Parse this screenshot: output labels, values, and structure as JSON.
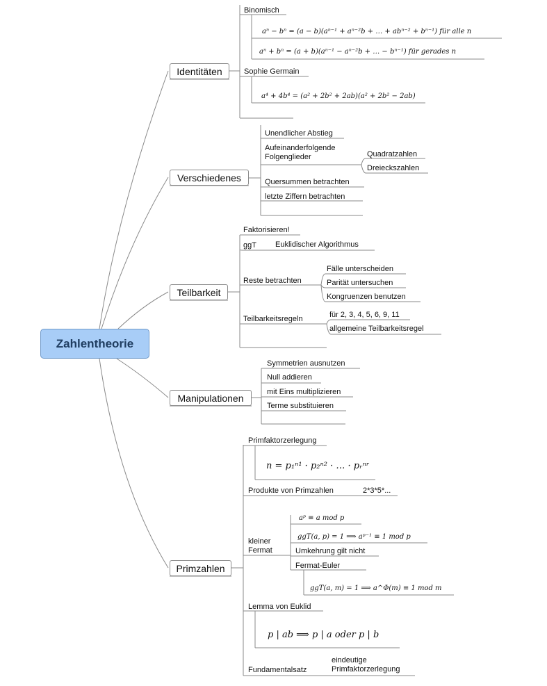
{
  "root": {
    "label": "Zahlentheorie",
    "fill": "#a8cdf7"
  },
  "line_color": "#8a8a8a",
  "branches": {
    "identitaeten": {
      "label": "Identitäten",
      "binomisch": {
        "label": "Binomisch",
        "f1": "aⁿ − bⁿ = (a − b)(aⁿ⁻¹ + aⁿ⁻²b + … + abⁿ⁻² + bⁿ⁻¹) für alle n",
        "f2": "aⁿ + bⁿ = (a + b)(aⁿ⁻¹ − aⁿ⁻²b + … − bⁿ⁻¹) für gerades n"
      },
      "germain": {
        "label": "Sophie Germain",
        "f1": "a⁴ + 4b⁴ = (a² + 2b² + 2ab)(a² + 2b² − 2ab)"
      }
    },
    "verschiedenes": {
      "label": "Verschiedenes",
      "abstieg": "Unendlicher Abstieg",
      "folgen": "Aufeinanderfolgende Folgenglieder",
      "quadrat": "Quadratzahlen",
      "dreieck": "Dreieckszahlen",
      "quersummen": "Quersummen betrachten",
      "ziffern": "letzte Ziffern betrachten"
    },
    "teilbarkeit": {
      "label": "Teilbarkeit",
      "faktorisieren": "Faktorisieren!",
      "ggt": "ggT",
      "euklid_algo": "Euklidischer Algorithmus",
      "reste": "Reste betrachten",
      "faelle": "Fälle unterscheiden",
      "paritaet": "Parität untersuchen",
      "kongruenzen": "Kongruenzen benutzen",
      "regeln": "Teilbarkeitsregeln",
      "regeln_zahlen": "für 2, 3, 4, 5, 6, 9, 11",
      "regeln_allg": "allgemeine Teilbarkeitsregel"
    },
    "manipulationen": {
      "label": "Manipulationen",
      "symmetrien": "Symmetrien ausnutzen",
      "null": "Null addieren",
      "eins": "mit Eins multiplizieren",
      "terme": "Terme substituieren"
    },
    "primzahlen": {
      "label": "Primzahlen",
      "pfz": "Primfaktorzerlegung",
      "pfz_formel": "n = p₁ⁿ¹ · p₂ⁿ² · … · pᵣⁿʳ",
      "produkte": "Produkte von Primzahlen",
      "produkte_bsp": "2*3*5*...",
      "fermat": "kleiner Fermat",
      "fermat_f1": "aᵖ ≡ a mod p",
      "fermat_f2": "ggT(a, p) = 1 ⟹ aᵖ⁻¹ ≡ 1 mod p",
      "umkehrung": "Umkehrung gilt nicht",
      "fermat_euler": "Fermat-Euler",
      "euler_formel": "ggT(a, m) = 1 ⟹ a^Φ(m) ≡ 1 mod m",
      "lemma": "Lemma von Euklid",
      "lemma_formel": "p | ab ⟹ p | a oder p | b",
      "fundamentalsatz": "Fundamentalsatz",
      "fundamentalsatz_text": "eindeutige Primfaktorzerlegung"
    }
  }
}
